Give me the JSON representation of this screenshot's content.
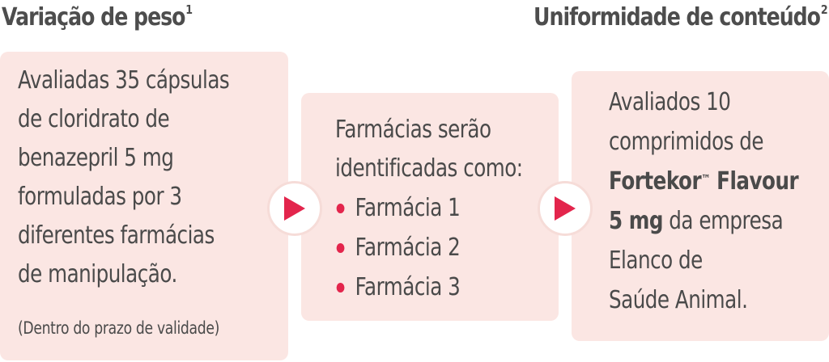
{
  "headings": {
    "left": "Variação de peso",
    "left_sup": "1",
    "right": "Uniformidade de conteúdo",
    "right_sup": "2"
  },
  "left_box": {
    "lines": [
      "Avaliadas 35 cápsulas",
      "de cloridrato de",
      "benazepril 5 mg",
      "formuladas por 3",
      "diferentes farmácias",
      "de manipulação."
    ],
    "note": "(Dentro do prazo de validade)"
  },
  "middle_box": {
    "lines": [
      "Farmácias serão",
      "identificadas como:"
    ],
    "items": [
      "Farmácia 1",
      "Farmácia 2",
      "Farmácia 3"
    ]
  },
  "right_box": {
    "line1": "Avaliados 10",
    "line2": "comprimidos de",
    "product": "Fortekor",
    "trademark": "™",
    "product_rest": " Flavour",
    "dose": "5 mg",
    "line4_rest": " da empresa",
    "line5": "Elanco de",
    "line6": "Saúde Animal."
  },
  "icons": {
    "arrow_1": "play-arrow-icon",
    "arrow_2": "play-arrow-icon"
  },
  "colors": {
    "box_background": "#fbe6e3",
    "accent": "#e3254c",
    "text": "#4a4a4a"
  }
}
